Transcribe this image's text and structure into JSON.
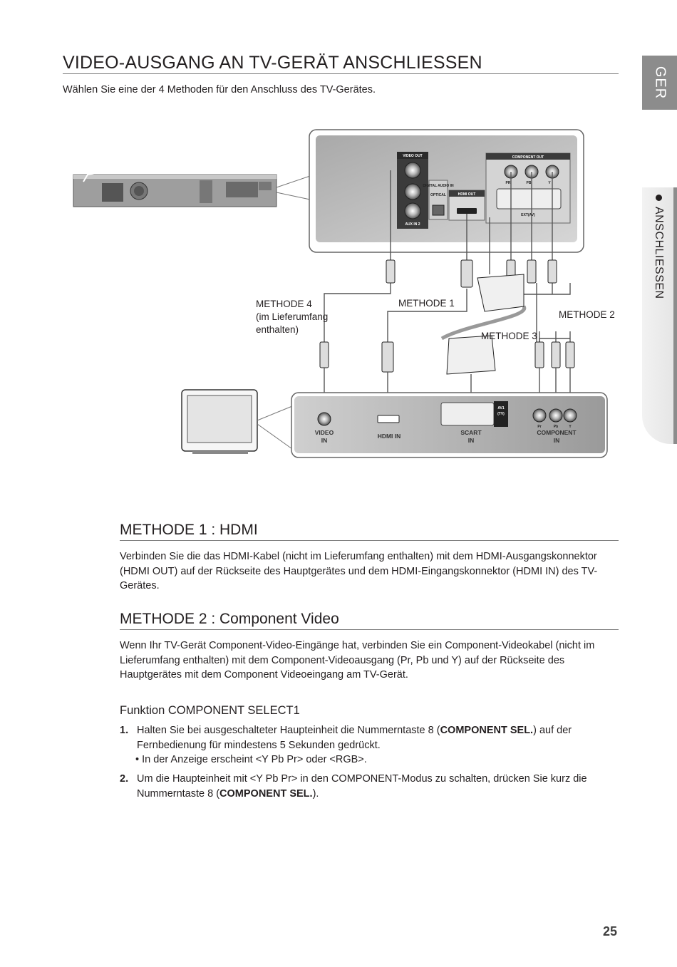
{
  "header": {
    "title": "VIDEO-AUSGANG AN TV-GERÄT ANSCHLIESSEN",
    "intro": "Wählen Sie eine der 4 Methoden für den Anschluss des TV-Gerätes."
  },
  "side_tabs": {
    "language": "GER",
    "section": "ANSCHLIESSEN"
  },
  "diagram": {
    "labels": {
      "methode4_line1": "METHODE 4",
      "methode4_line2": "(im Lieferumfang",
      "methode4_line3": "enthalten)",
      "methode1": "METHODE 1",
      "methode2": "METHODE 2",
      "methode3": "METHODE 3"
    },
    "player_panel": {
      "video_out": "VIDEO OUT",
      "component_out": "COMPONENT OUT",
      "digital_audio_in": "DIGITAL AUDIO IN",
      "optical": "OPTICAL",
      "hdmi_out": "HDMI OUT",
      "aux_in": "AUX IN 2",
      "ext_av": "EXT(AV)",
      "pr": "PR",
      "pb": "PB",
      "y": "Y"
    },
    "tv_panel": {
      "video_in_1": "VIDEO",
      "video_in_2": "IN",
      "hdmi_in": "HDMI IN",
      "scart_in_1": "SCART",
      "scart_in_2": "IN",
      "av1": "AV1",
      "tv": "(TV)",
      "component_in_1": "COMPONENT",
      "component_in_2": "IN",
      "pr": "Pr",
      "pb": "Pb",
      "y": "Y"
    }
  },
  "methode1": {
    "heading": "METHODE 1 : HDMI",
    "text": "Verbinden Sie die das HDMI-Kabel (nicht im Lieferumfang enthalten) mit dem HDMI-Ausgangskonnektor (HDMI OUT) auf der Rückseite des Hauptgerätes und dem HDMI-Eingangskonnektor (HDMI IN) des TV-Gerätes."
  },
  "methode2": {
    "heading": "METHODE 2 : Component Video",
    "text": "Wenn Ihr TV-Gerät Component-Video-Eingänge hat, verbinden Sie ein Component-Videokabel (nicht im Lieferumfang enthalten) mit dem Component-Videoausgang (Pr, Pb und Y) auf der Rückseite des Hauptgerätes mit dem Component Videoeingang am TV-Gerät."
  },
  "funktion": {
    "heading": "Funktion COMPONENT SELECT1",
    "step1_num": "1.",
    "step1_a": "Halten Sie bei ausgeschalteter Haupteinheit die Nummerntaste 8 (",
    "step1_bold": "COMPONENT SEL.",
    "step1_b": ") auf der Fernbedienung für mindestens 5 Sekunden gedrückt.",
    "bullet": "• In der Anzeige erscheint <Y Pb Pr> oder <RGB>.",
    "step2_num": "2.",
    "step2_a": "Um die Haupteinheit mit <Y Pb Pr> in den COMPONENT-Modus zu schalten, drücken Sie kurz die Nummerntaste 8 (",
    "step2_bold": "COMPONENT SEL.",
    "step2_b": ")."
  },
  "footer": {
    "page_number": "25"
  }
}
